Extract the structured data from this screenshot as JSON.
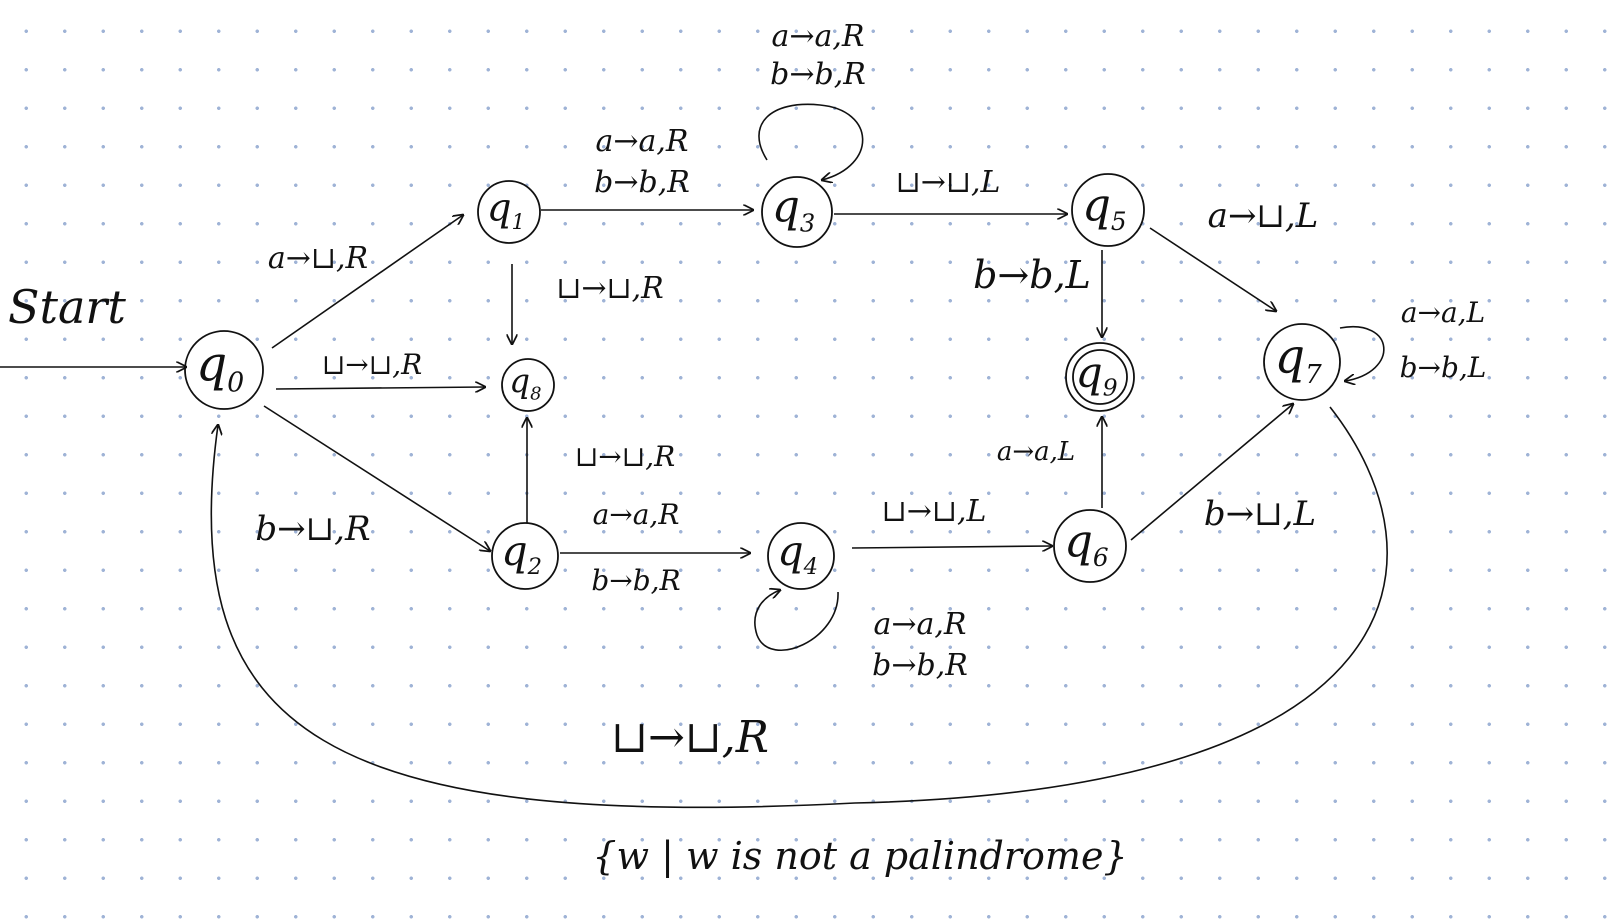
{
  "start_label": "Start",
  "blank_symbol": "⊔",
  "caption": "{w | w is not a palindrome}",
  "states": [
    {
      "id": "q0",
      "sym": "q",
      "sub": "0"
    },
    {
      "id": "q1",
      "sym": "q",
      "sub": "1"
    },
    {
      "id": "q2",
      "sym": "q",
      "sub": "2"
    },
    {
      "id": "q3",
      "sym": "q",
      "sub": "3"
    },
    {
      "id": "q4",
      "sym": "q",
      "sub": "4"
    },
    {
      "id": "q5",
      "sym": "q",
      "sub": "5"
    },
    {
      "id": "q6",
      "sym": "q",
      "sub": "6"
    },
    {
      "id": "q7",
      "sym": "q",
      "sub": "7"
    },
    {
      "id": "q8",
      "sym": "q",
      "sub": "8"
    },
    {
      "id": "q9",
      "sym": "q",
      "sub": "9",
      "accept": true
    }
  ],
  "transitions": [
    {
      "id": "q0-q1",
      "from": "q0",
      "to": "q1",
      "labels": [
        "a→⊔,R"
      ]
    },
    {
      "id": "q0-q8",
      "from": "q0",
      "to": "q8",
      "labels": [
        "⊔→⊔,R"
      ]
    },
    {
      "id": "q0-q2",
      "from": "q0",
      "to": "q2",
      "labels": [
        "b→⊔,R"
      ]
    },
    {
      "id": "q1-q3",
      "from": "q1",
      "to": "q3",
      "labels": [
        "a→a,R",
        "b→b,R"
      ]
    },
    {
      "id": "q1-q8",
      "from": "q1",
      "to": "q8",
      "labels": [
        "⊔→⊔,R"
      ]
    },
    {
      "id": "q3-q3",
      "from": "q3",
      "to": "q3",
      "labels": [
        "a→a,R",
        "b→b,R"
      ]
    },
    {
      "id": "q3-q5",
      "from": "q3",
      "to": "q5",
      "labels": [
        "⊔→⊔,L"
      ]
    },
    {
      "id": "q5-q9",
      "from": "q5",
      "to": "q9",
      "labels": [
        "b→b,L"
      ]
    },
    {
      "id": "q5-q7",
      "from": "q5",
      "to": "q7",
      "labels": [
        "a→⊔,L"
      ]
    },
    {
      "id": "q7-q7",
      "from": "q7",
      "to": "q7",
      "labels": [
        "a→a,L",
        "b→b,L"
      ]
    },
    {
      "id": "q2-q8",
      "from": "q2",
      "to": "q8",
      "labels": [
        "⊔→⊔,R"
      ]
    },
    {
      "id": "q2-q4",
      "from": "q2",
      "to": "q4",
      "labels": [
        "a→a,R",
        "b→b,R"
      ]
    },
    {
      "id": "q4-q4",
      "from": "q4",
      "to": "q4",
      "labels": [
        "a→a,R",
        "b→b,R"
      ]
    },
    {
      "id": "q4-q6",
      "from": "q4",
      "to": "q6",
      "labels": [
        "⊔→⊔,L"
      ]
    },
    {
      "id": "q6-q9",
      "from": "q6",
      "to": "q9",
      "labels": [
        "a→a,L"
      ]
    },
    {
      "id": "q6-q7",
      "from": "q6",
      "to": "q7",
      "labels": [
        "b→⊔,L"
      ]
    },
    {
      "id": "q7-q0",
      "from": "q7",
      "to": "q0",
      "labels": [
        "⊔→⊔,R"
      ]
    }
  ]
}
